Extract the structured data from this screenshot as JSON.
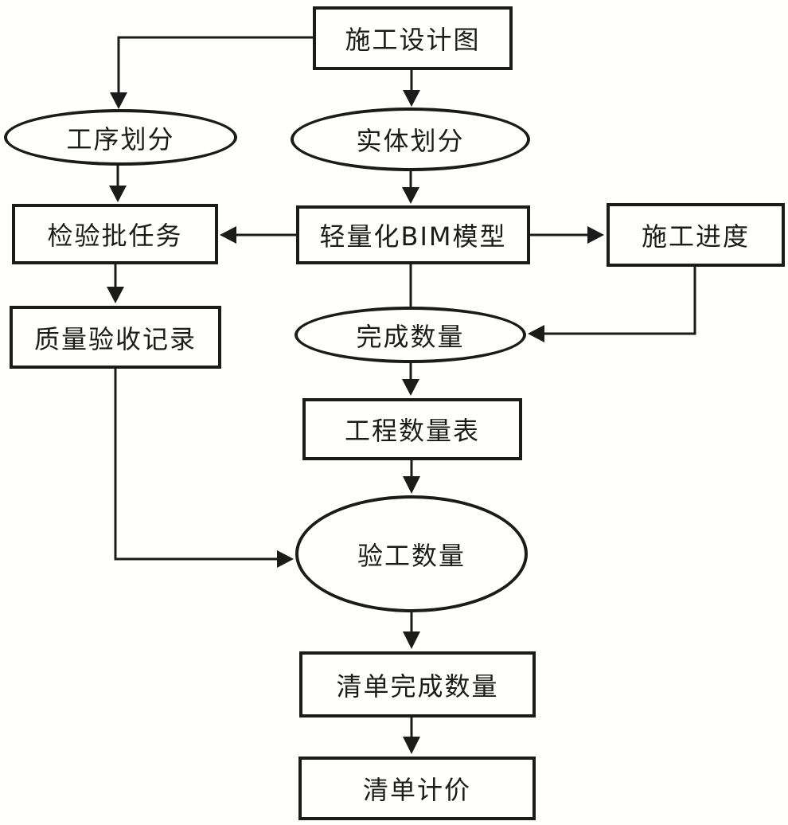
{
  "diagram": {
    "type": "flowchart",
    "colors": {
      "line": "#1b1b1b",
      "background": "#fffffd",
      "node_fill": "#fffffd",
      "text": "#1b1b1b"
    },
    "nodes": {
      "design": {
        "label": "施工设计图",
        "shape": "rect"
      },
      "process_division": {
        "label": "工序划分",
        "shape": "ellipse"
      },
      "entity_division": {
        "label": "实体划分",
        "shape": "ellipse"
      },
      "inspection_batch_task": {
        "label": "检验批任务",
        "shape": "rect"
      },
      "bim_model": {
        "label": "轻量化BIM模型",
        "shape": "rect"
      },
      "construction_progress": {
        "label": "施工进度",
        "shape": "rect"
      },
      "quality_acceptance_record": {
        "label": "质量验收记录",
        "shape": "rect"
      },
      "completed_quantity": {
        "label": "完成数量",
        "shape": "ellipse"
      },
      "quantity_table": {
        "label": "工程数量表",
        "shape": "rect"
      },
      "acceptance_quantity": {
        "label": "验工数量",
        "shape": "ellipse"
      },
      "list_completed_quantity": {
        "label": "清单完成数量",
        "shape": "rect"
      },
      "list_pricing": {
        "label": "清单计价",
        "shape": "rect"
      }
    },
    "edges": [
      {
        "from": "design",
        "to": "process_division",
        "arrow": true
      },
      {
        "from": "design",
        "to": "entity_division",
        "arrow": true
      },
      {
        "from": "process_division",
        "to": "inspection_batch_task",
        "arrow": true
      },
      {
        "from": "entity_division",
        "to": "bim_model",
        "arrow": true
      },
      {
        "from": "bim_model",
        "to": "inspection_batch_task",
        "arrow": true
      },
      {
        "from": "bim_model",
        "to": "construction_progress",
        "arrow": true
      },
      {
        "from": "inspection_batch_task",
        "to": "quality_acceptance_record",
        "arrow": true
      },
      {
        "from": "bim_model",
        "to": "completed_quantity",
        "arrow": false
      },
      {
        "from": "construction_progress",
        "to": "completed_quantity",
        "arrow": true
      },
      {
        "from": "completed_quantity",
        "to": "quantity_table",
        "arrow": true
      },
      {
        "from": "quantity_table",
        "to": "acceptance_quantity",
        "arrow": true
      },
      {
        "from": "quality_acceptance_record",
        "to": "acceptance_quantity",
        "arrow": true
      },
      {
        "from": "acceptance_quantity",
        "to": "list_completed_quantity",
        "arrow": true
      },
      {
        "from": "list_completed_quantity",
        "to": "list_pricing",
        "arrow": true
      }
    ]
  }
}
